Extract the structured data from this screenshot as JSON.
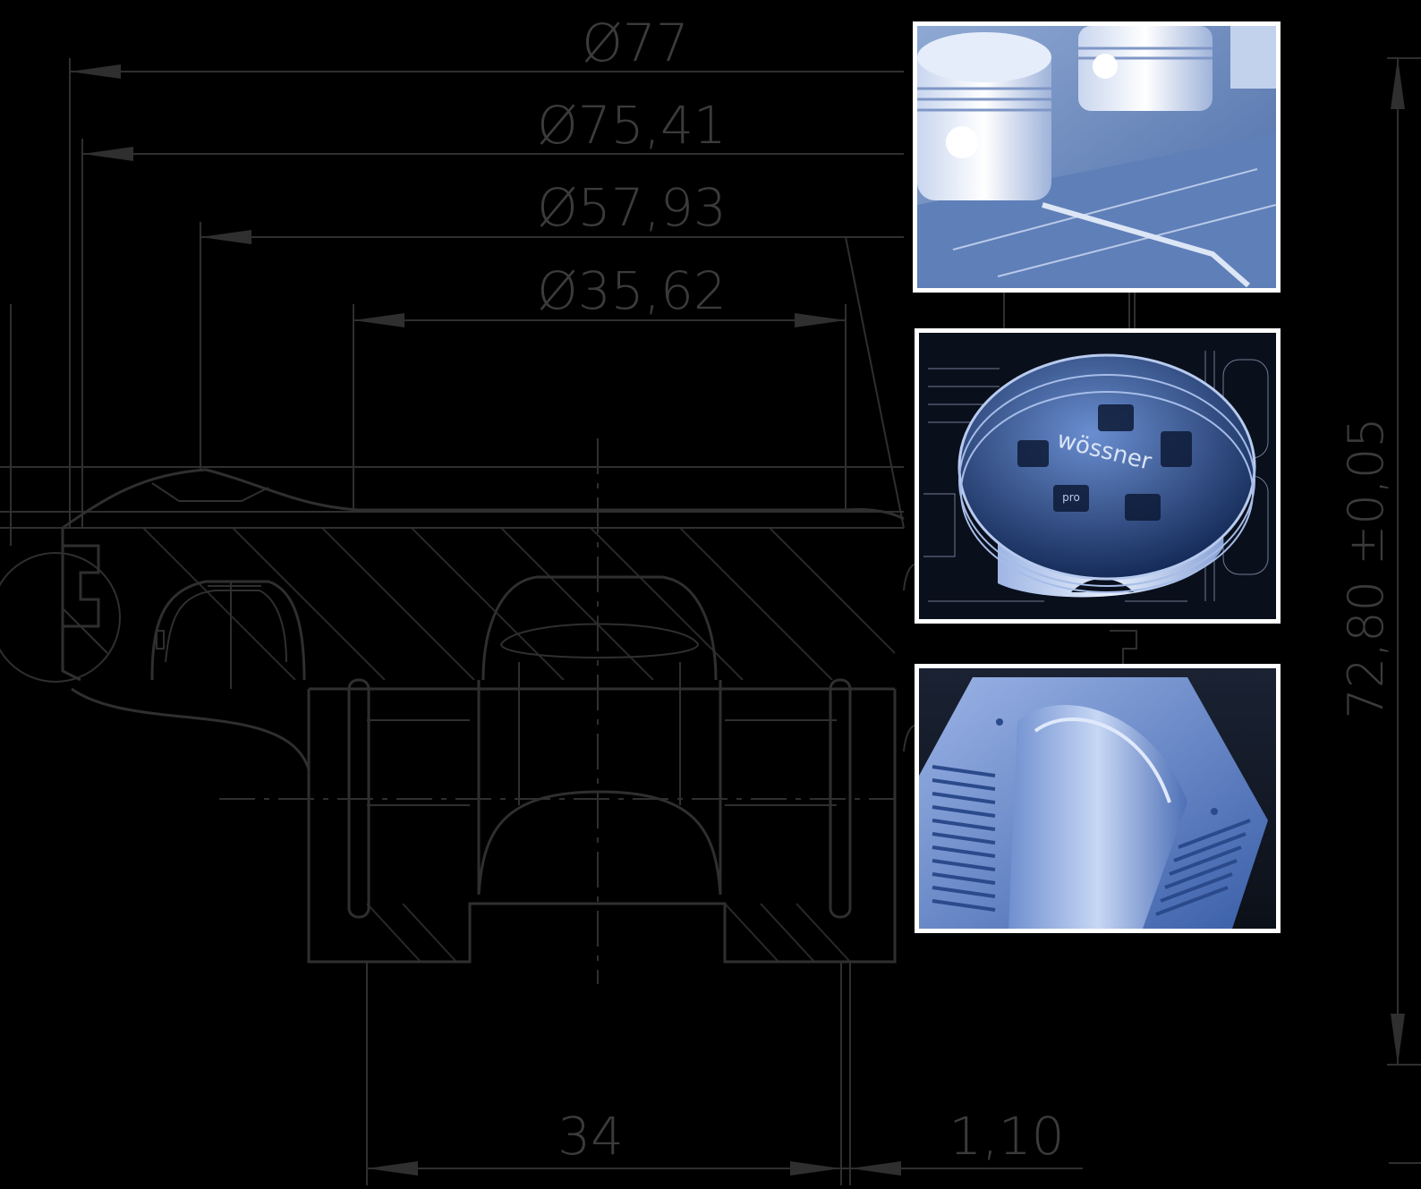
{
  "dimensions": {
    "d77": "Ø77",
    "d7541": "Ø75,41",
    "d5793": "Ø57,93",
    "d3562": "Ø35,62",
    "w34": "34",
    "w110": "1,10",
    "h7280": "72,80 ±0,05"
  },
  "photos": [
    {
      "name": "piston-pair-on-blueprint"
    },
    {
      "name": "piston-xray-on-drawing",
      "logo_text": "wössner",
      "sub_text": "pro"
    },
    {
      "name": "piston-cutaway-render"
    }
  ],
  "colors": {
    "background": "#000000",
    "line": "#2f2f2f",
    "photo_frame": "#ffffff",
    "photo_tint": "#6f8fc6"
  }
}
